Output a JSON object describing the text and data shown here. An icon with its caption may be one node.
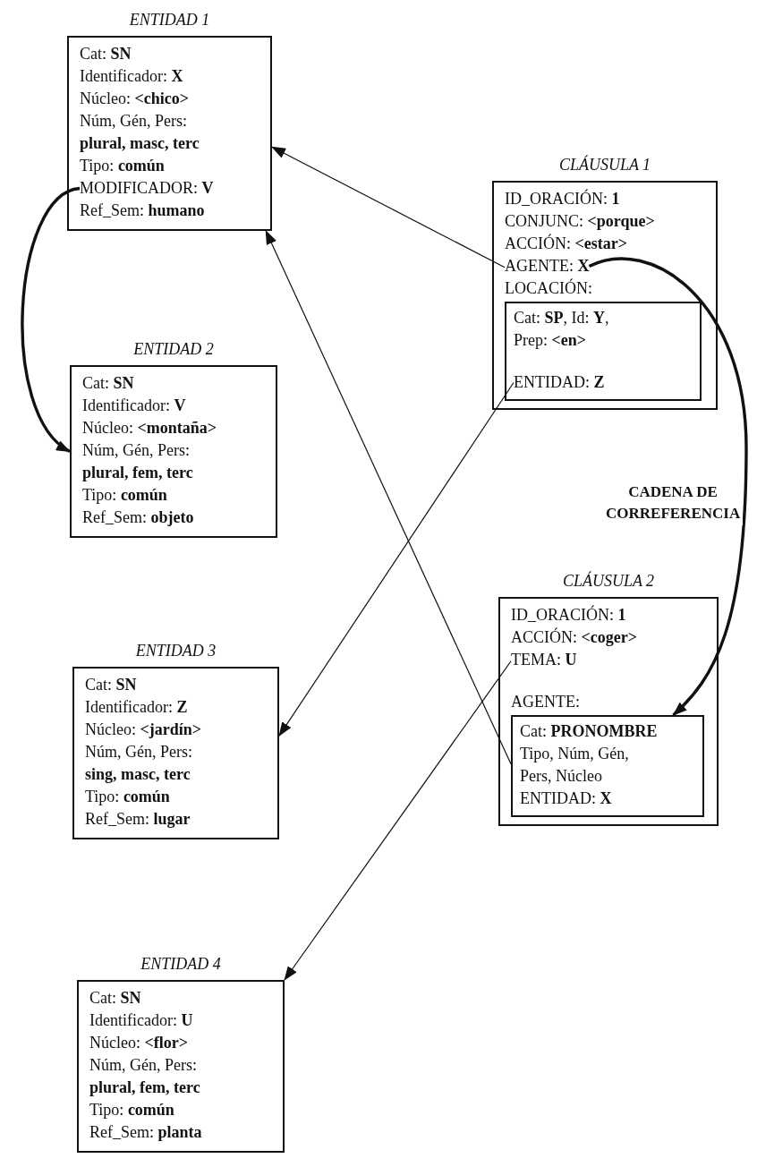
{
  "diagram": {
    "nodes": [
      {
        "text": [
          "ENTIDAD 1",
          "Cat: **SN**",
          "Identificador: **X**",
          "Núcleo: **<chico>**",
          "Núm, Gén, Pers: **plural, masc, terc**",
          "Tipo: **común**",
          "Ref_Sem: **humano**"
        ]
      },
      {
        "text": [
          "MODIFICADOR: **V**"
        ],
        "in": 0
      },
      {
        "text": [
          "ENTIDAD 2",
          "Cat: **SN**",
          "Identificador: **V**",
          "Núcleo: **<montaña>**",
          "Núm, Gén, Pers: **plural, fem, terc**",
          "Tipo: **común**",
          "Ref_Sem: **objeto**"
        ]
      },
      {
        "text": [
          "CLÁUSULA 1",
          "ID_ORACIÓN: **1**",
          "CONJUNC: **<porque>**",
          "ACCIÓN: **<estar>**",
          "LOCACIÓN:"
        ]
      },
      {
        "text": [
          "AGENTE: **X**"
        ],
        "in": 3
      },
      {
        "text": [
          "Cat: **SP**, Id: **Y**,",
          "Prep: **<en>**"
        ],
        "in": 3
      },
      {
        "text": [
          "ENTIDAD: **Z**"
        ],
        "in": 5
      },
      {
        "text": [
          "CLÁUSULA 2",
          "ID_ORACIÓN: **1**",
          "ACCIÓN: **<coger>**",
          "AGENTE:"
        ]
      },
      {
        "text": [
          "TEMA: **U**"
        ],
        "in": 7
      },
      {
        "text": [
          "Cat: **PRONOMBRE**",
          "Tipo, Núm, Gén, Pers, Núcleo",
          "ENTIDAD: **X**"
        ],
        "in": 7
      },
      {
        "text": [
          "ENTIDAD 3",
          "Cat: **SN**",
          "Identificador: **Z**",
          "Núcleo: **<jardín>**",
          "Núm, Gén, Pers: **sing, masc, terc**",
          "Tipo: **común**",
          "Ref_Sem: **lugar**"
        ]
      },
      {
        "text": [
          "ENTIDAD 4",
          "Cat: **SN**",
          "Identificador: **U**",
          "Núcleo: **<flor>**",
          "Núm, Gén, Pers: **plural, fem, terc**",
          "Tipo: **común**",
          "Ref_Sem: **planta**"
        ]
      }
    ],
    "edges": [
      {
        "from": 1,
        "to": 2,
        "arrow": "to",
        "style": "thick"
      },
      {
        "from": 4,
        "to": 0,
        "arrow": "to"
      },
      {
        "from": 4,
        "to": 9,
        "arrow": "to",
        "style": "thick",
        "label": "CADENA DE CORREFERENCIA"
      },
      {
        "from": 9,
        "to": 0,
        "arrow": "to"
      },
      {
        "from": 6,
        "to": 10,
        "arrow": "to"
      },
      {
        "from": 8,
        "to": 11,
        "arrow": "to"
      }
    ]
  }
}
